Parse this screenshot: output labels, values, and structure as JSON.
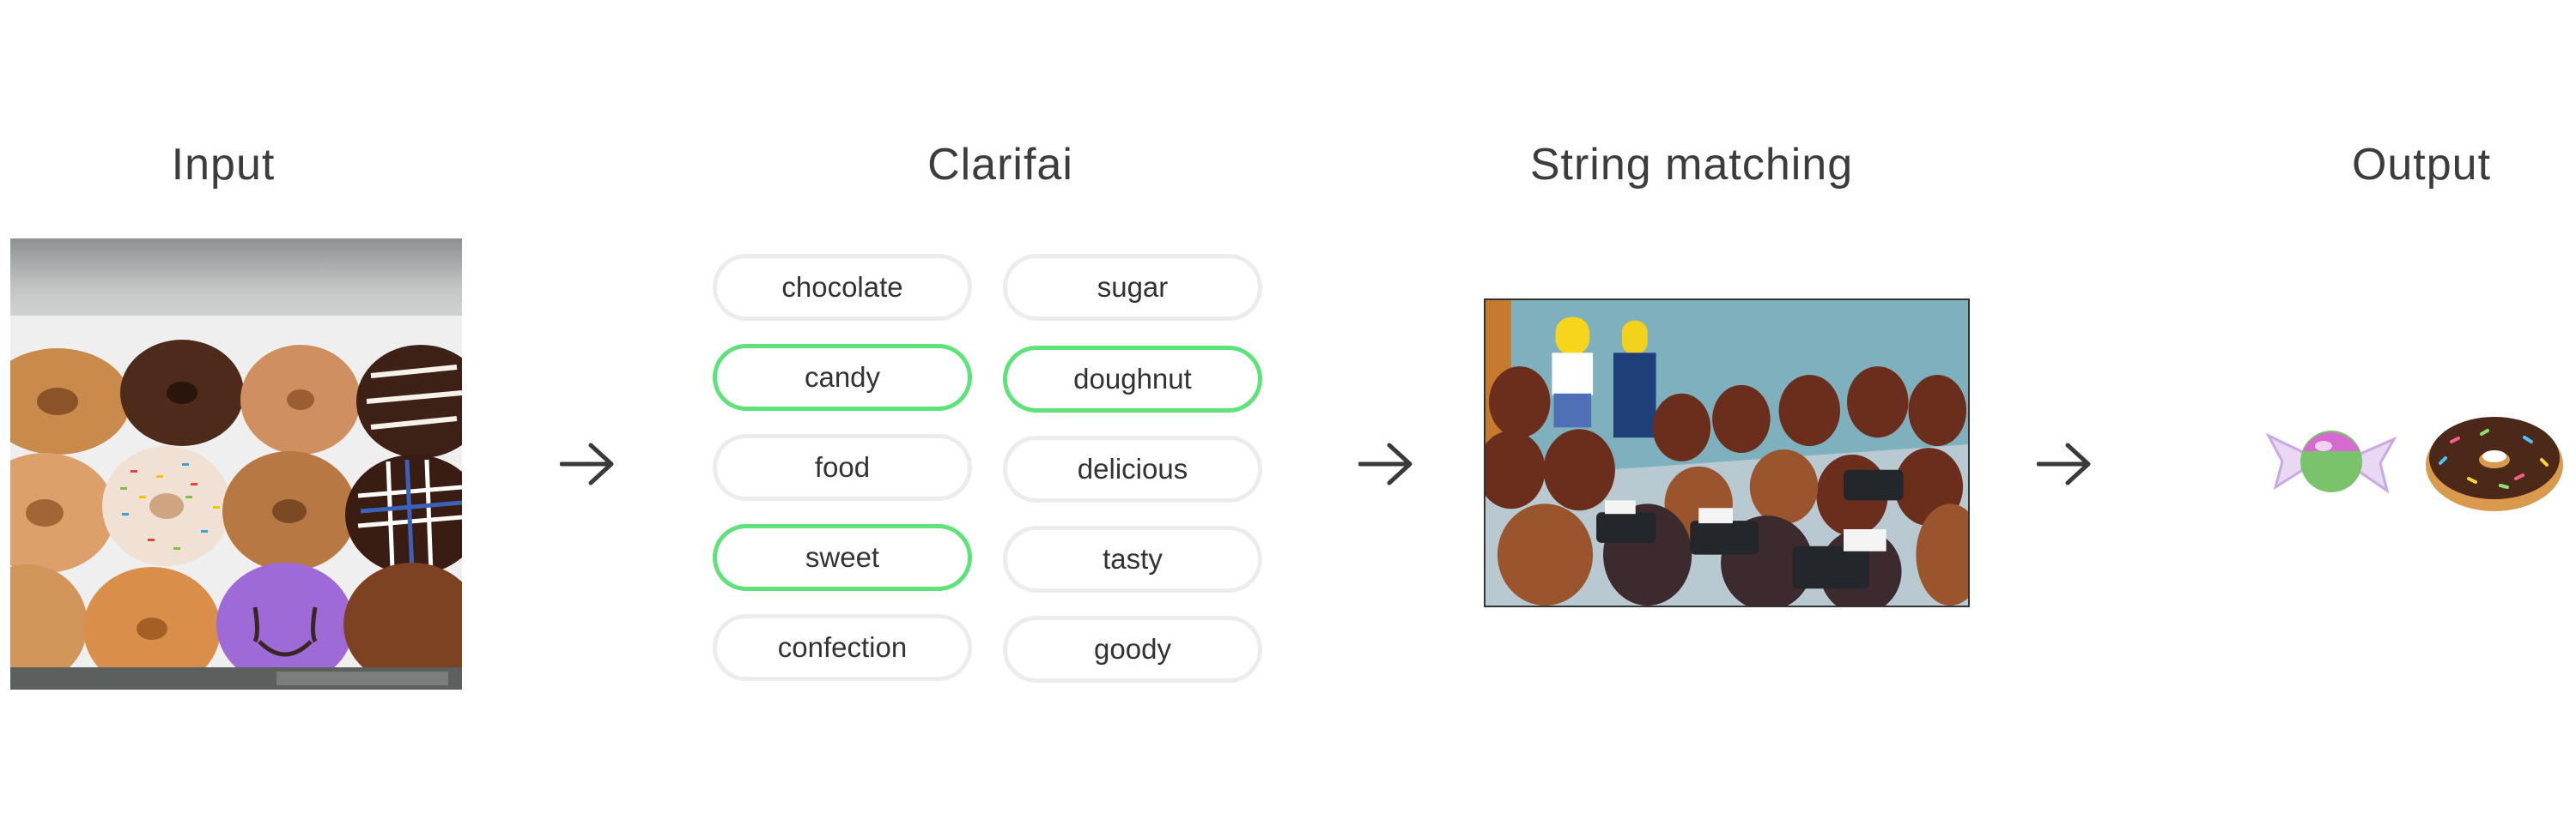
{
  "stages": {
    "input": "Input",
    "clarifai": "Clarifai",
    "string_matching": "String matching",
    "output": "Output"
  },
  "tags": [
    {
      "label": "chocolate",
      "highlighted": false
    },
    {
      "label": "sugar",
      "highlighted": false
    },
    {
      "label": "candy",
      "highlighted": true
    },
    {
      "label": "doughnut",
      "highlighted": true
    },
    {
      "label": "food",
      "highlighted": false
    },
    {
      "label": "delicious",
      "highlighted": false
    },
    {
      "label": "sweet",
      "highlighted": true
    },
    {
      "label": "tasty",
      "highlighted": false
    },
    {
      "label": "confection",
      "highlighted": false
    },
    {
      "label": "goody",
      "highlighted": false
    }
  ],
  "colors": {
    "highlight": "#5ee27a",
    "pill_border": "#ececec",
    "arrow": "#3a3a3a"
  },
  "icons": {
    "arrows": "right-arrow-icon",
    "output": [
      "candy-emoji",
      "doughnut-emoji"
    ]
  }
}
